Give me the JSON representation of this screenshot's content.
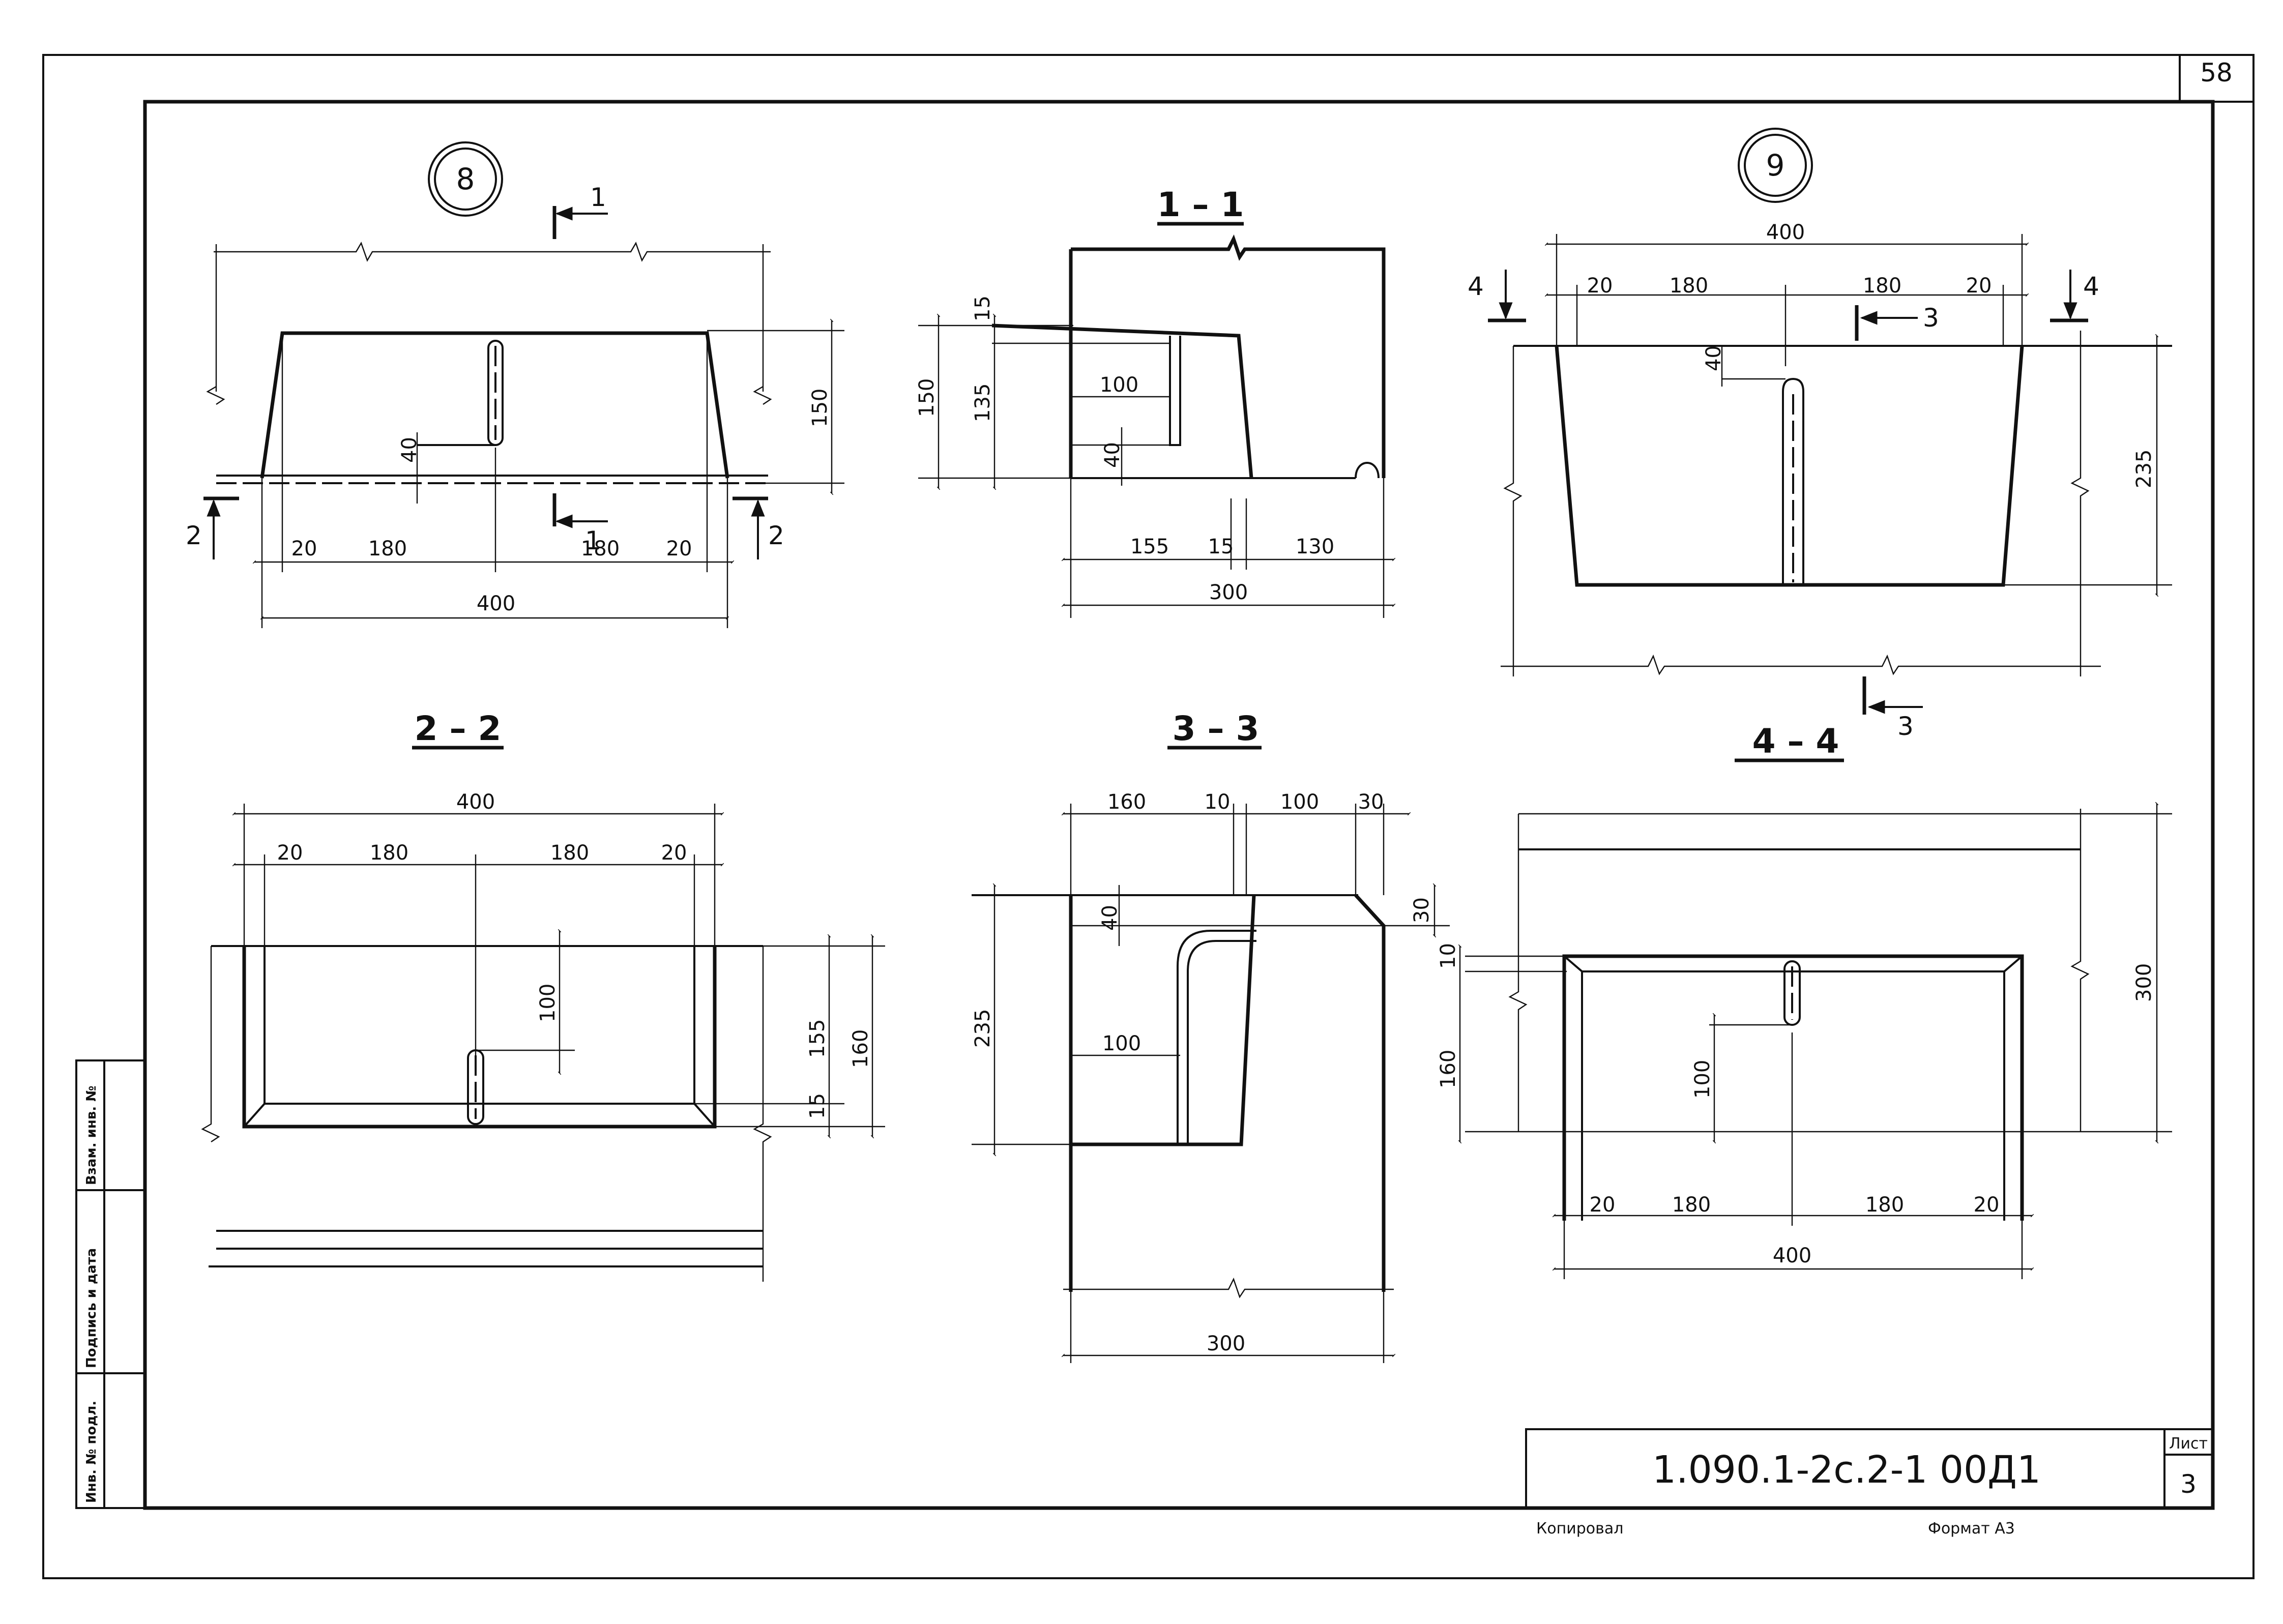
{
  "sheet_number_corner": "58",
  "markers": {
    "node_8": "8",
    "node_9": "9"
  },
  "sections": {
    "s11": "1 – 1",
    "s22": "2 – 2",
    "s33": "3 – 3",
    "s44": "4 – 4"
  },
  "cut_labels": {
    "one": "1",
    "two": "2",
    "three": "3",
    "four": "4"
  },
  "dims": {
    "d400": "400",
    "d20": "20",
    "d180": "180",
    "d150": "150",
    "d40": "40",
    "d15": "15",
    "d135": "135",
    "d100": "100",
    "d155": "155",
    "d130": "130",
    "d300": "300",
    "d235": "235",
    "d160": "160",
    "d10": "10",
    "d30": "30"
  },
  "side_stamp": {
    "inv_orig": "Инв. № подл.",
    "sign_date": "Подпись и дата",
    "swap_inv": "Взам. инв. №"
  },
  "title_block": {
    "code": "1.090.1-2с.2-1 00Д1",
    "sheet_label": "Лист",
    "sheet_value": "3",
    "copied": "Копировал",
    "format": "Формат А3"
  }
}
